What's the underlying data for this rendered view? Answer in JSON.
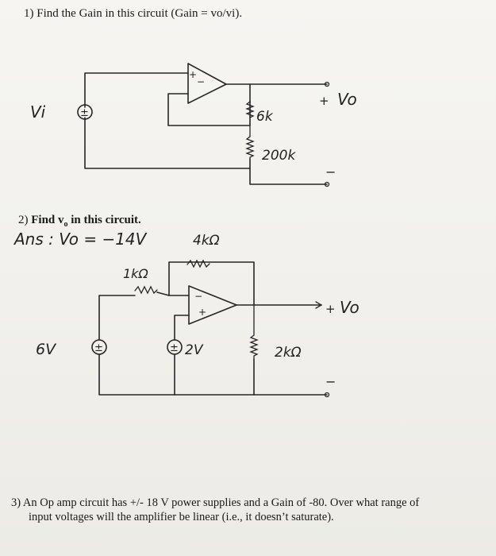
{
  "problems": {
    "p1": {
      "number": "1)",
      "text": "Find the Gain in this circuit (Gain = v",
      "text_tail": "o/vi)."
    },
    "p2": {
      "number": "2)",
      "text": "Find v",
      "text_sub": "o",
      "text_tail": " in this circuit."
    },
    "p3": {
      "number": "3)",
      "line1": "An Op amp circuit has +/- 18 V power supplies and a Gain of -80.  Over what range of",
      "line2": "input voltages will the amplifier be linear (i.e., it doesn’t saturate)."
    }
  },
  "circuit1": {
    "source_label": "Vi",
    "source_symbol": "±",
    "opamp_plus": "+",
    "opamp_minus": "−",
    "r_top_label": "6k",
    "r_bottom_label": "200k",
    "output_plus": "+",
    "output_label": "Vo",
    "output_minus": "−"
  },
  "circuit2": {
    "answer_text": "Ans : Vo = −14V",
    "r_feedback_label": "4kΩ",
    "r_input_label": "1kΩ",
    "source1_label": "6V",
    "source1_symbol": "±",
    "source2_label": "2V",
    "source2_symbol": "±",
    "opamp_minus": "−",
    "opamp_plus": "+",
    "r_load_label": "2kΩ",
    "output_plus": "+",
    "output_label": "Vo",
    "output_minus": "−"
  }
}
